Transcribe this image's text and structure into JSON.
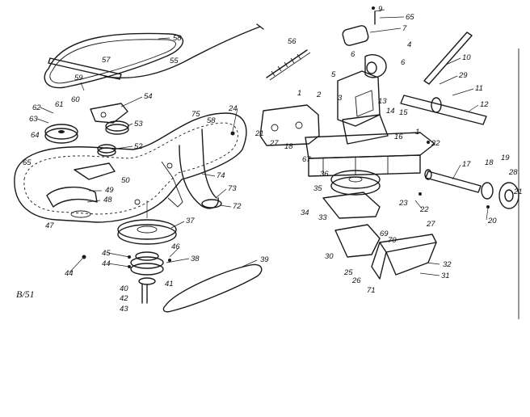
{
  "diagram_code": "B/51",
  "callouts": [
    {
      "id": "c1",
      "text": "9"
    },
    {
      "id": "c2",
      "text": "65"
    },
    {
      "id": "c3",
      "text": "7"
    },
    {
      "id": "c4",
      "text": "6"
    },
    {
      "id": "c5",
      "text": "5"
    },
    {
      "id": "c6",
      "text": "4"
    },
    {
      "id": "c7",
      "text": "6"
    },
    {
      "id": "c8",
      "text": "10"
    },
    {
      "id": "c9",
      "text": "29"
    },
    {
      "id": "c10",
      "text": "11"
    },
    {
      "id": "c11",
      "text": "12"
    },
    {
      "id": "c12",
      "text": "56"
    },
    {
      "id": "c13",
      "text": "58"
    },
    {
      "id": "c14",
      "text": "57"
    },
    {
      "id": "c15",
      "text": "55"
    },
    {
      "id": "c16",
      "text": "59"
    },
    {
      "id": "c17",
      "text": "60"
    },
    {
      "id": "c18",
      "text": "61"
    },
    {
      "id": "c19",
      "text": "62"
    },
    {
      "id": "c20",
      "text": "63"
    },
    {
      "id": "c21",
      "text": "64"
    },
    {
      "id": "c22",
      "text": "54"
    },
    {
      "id": "c23",
      "text": "53"
    },
    {
      "id": "c24",
      "text": "52"
    },
    {
      "id": "c25",
      "text": "65"
    },
    {
      "id": "c26",
      "text": "50"
    },
    {
      "id": "c27",
      "text": "49"
    },
    {
      "id": "c28",
      "text": "48"
    },
    {
      "id": "c29",
      "text": "47"
    },
    {
      "id": "c30",
      "text": "75"
    },
    {
      "id": "c31",
      "text": "58"
    },
    {
      "id": "c32",
      "text": "24"
    },
    {
      "id": "c33",
      "text": "74"
    },
    {
      "id": "c34",
      "text": "73"
    },
    {
      "id": "c35",
      "text": "72"
    },
    {
      "id": "c36",
      "text": "37"
    },
    {
      "id": "c37",
      "text": "1"
    },
    {
      "id": "c38",
      "text": "2"
    },
    {
      "id": "c39",
      "text": "3"
    },
    {
      "id": "c40",
      "text": "13"
    },
    {
      "id": "c41",
      "text": "14"
    },
    {
      "id": "c42",
      "text": "15"
    },
    {
      "id": "c43",
      "text": "21"
    },
    {
      "id": "c44",
      "text": "27"
    },
    {
      "id": "c45",
      "text": "18"
    },
    {
      "id": "c46",
      "text": "16"
    },
    {
      "id": "c47",
      "text": "67"
    },
    {
      "id": "c48",
      "text": "36"
    },
    {
      "id": "c49",
      "text": "35"
    },
    {
      "id": "c50",
      "text": "1"
    },
    {
      "id": "c51",
      "text": "22"
    },
    {
      "id": "c52",
      "text": "23"
    },
    {
      "id": "c53",
      "text": "22"
    },
    {
      "id": "c54",
      "text": "17"
    },
    {
      "id": "c55",
      "text": "18"
    },
    {
      "id": "c56",
      "text": "19"
    },
    {
      "id": "c57",
      "text": "28"
    },
    {
      "id": "c58",
      "text": "21"
    },
    {
      "id": "c59",
      "text": "20"
    },
    {
      "id": "c60",
      "text": "34"
    },
    {
      "id": "c61",
      "text": "33"
    },
    {
      "id": "c62",
      "text": "27"
    },
    {
      "id": "c63",
      "text": "30"
    },
    {
      "id": "c64",
      "text": "69"
    },
    {
      "id": "c65",
      "text": "70"
    },
    {
      "id": "c66",
      "text": "25"
    },
    {
      "id": "c67",
      "text": "26"
    },
    {
      "id": "c68",
      "text": "71"
    },
    {
      "id": "c69",
      "text": "32"
    },
    {
      "id": "c70",
      "text": "31"
    },
    {
      "id": "c71",
      "text": "45"
    },
    {
      "id": "c72",
      "text": "44"
    },
    {
      "id": "c73",
      "text": "46"
    },
    {
      "id": "c74",
      "text": "38"
    },
    {
      "id": "c75",
      "text": "39"
    },
    {
      "id": "c76",
      "text": "40"
    },
    {
      "id": "c77",
      "text": "41"
    },
    {
      "id": "c78",
      "text": "42"
    },
    {
      "id": "c79",
      "text": "43"
    },
    {
      "id": "c80",
      "text": "44"
    }
  ]
}
